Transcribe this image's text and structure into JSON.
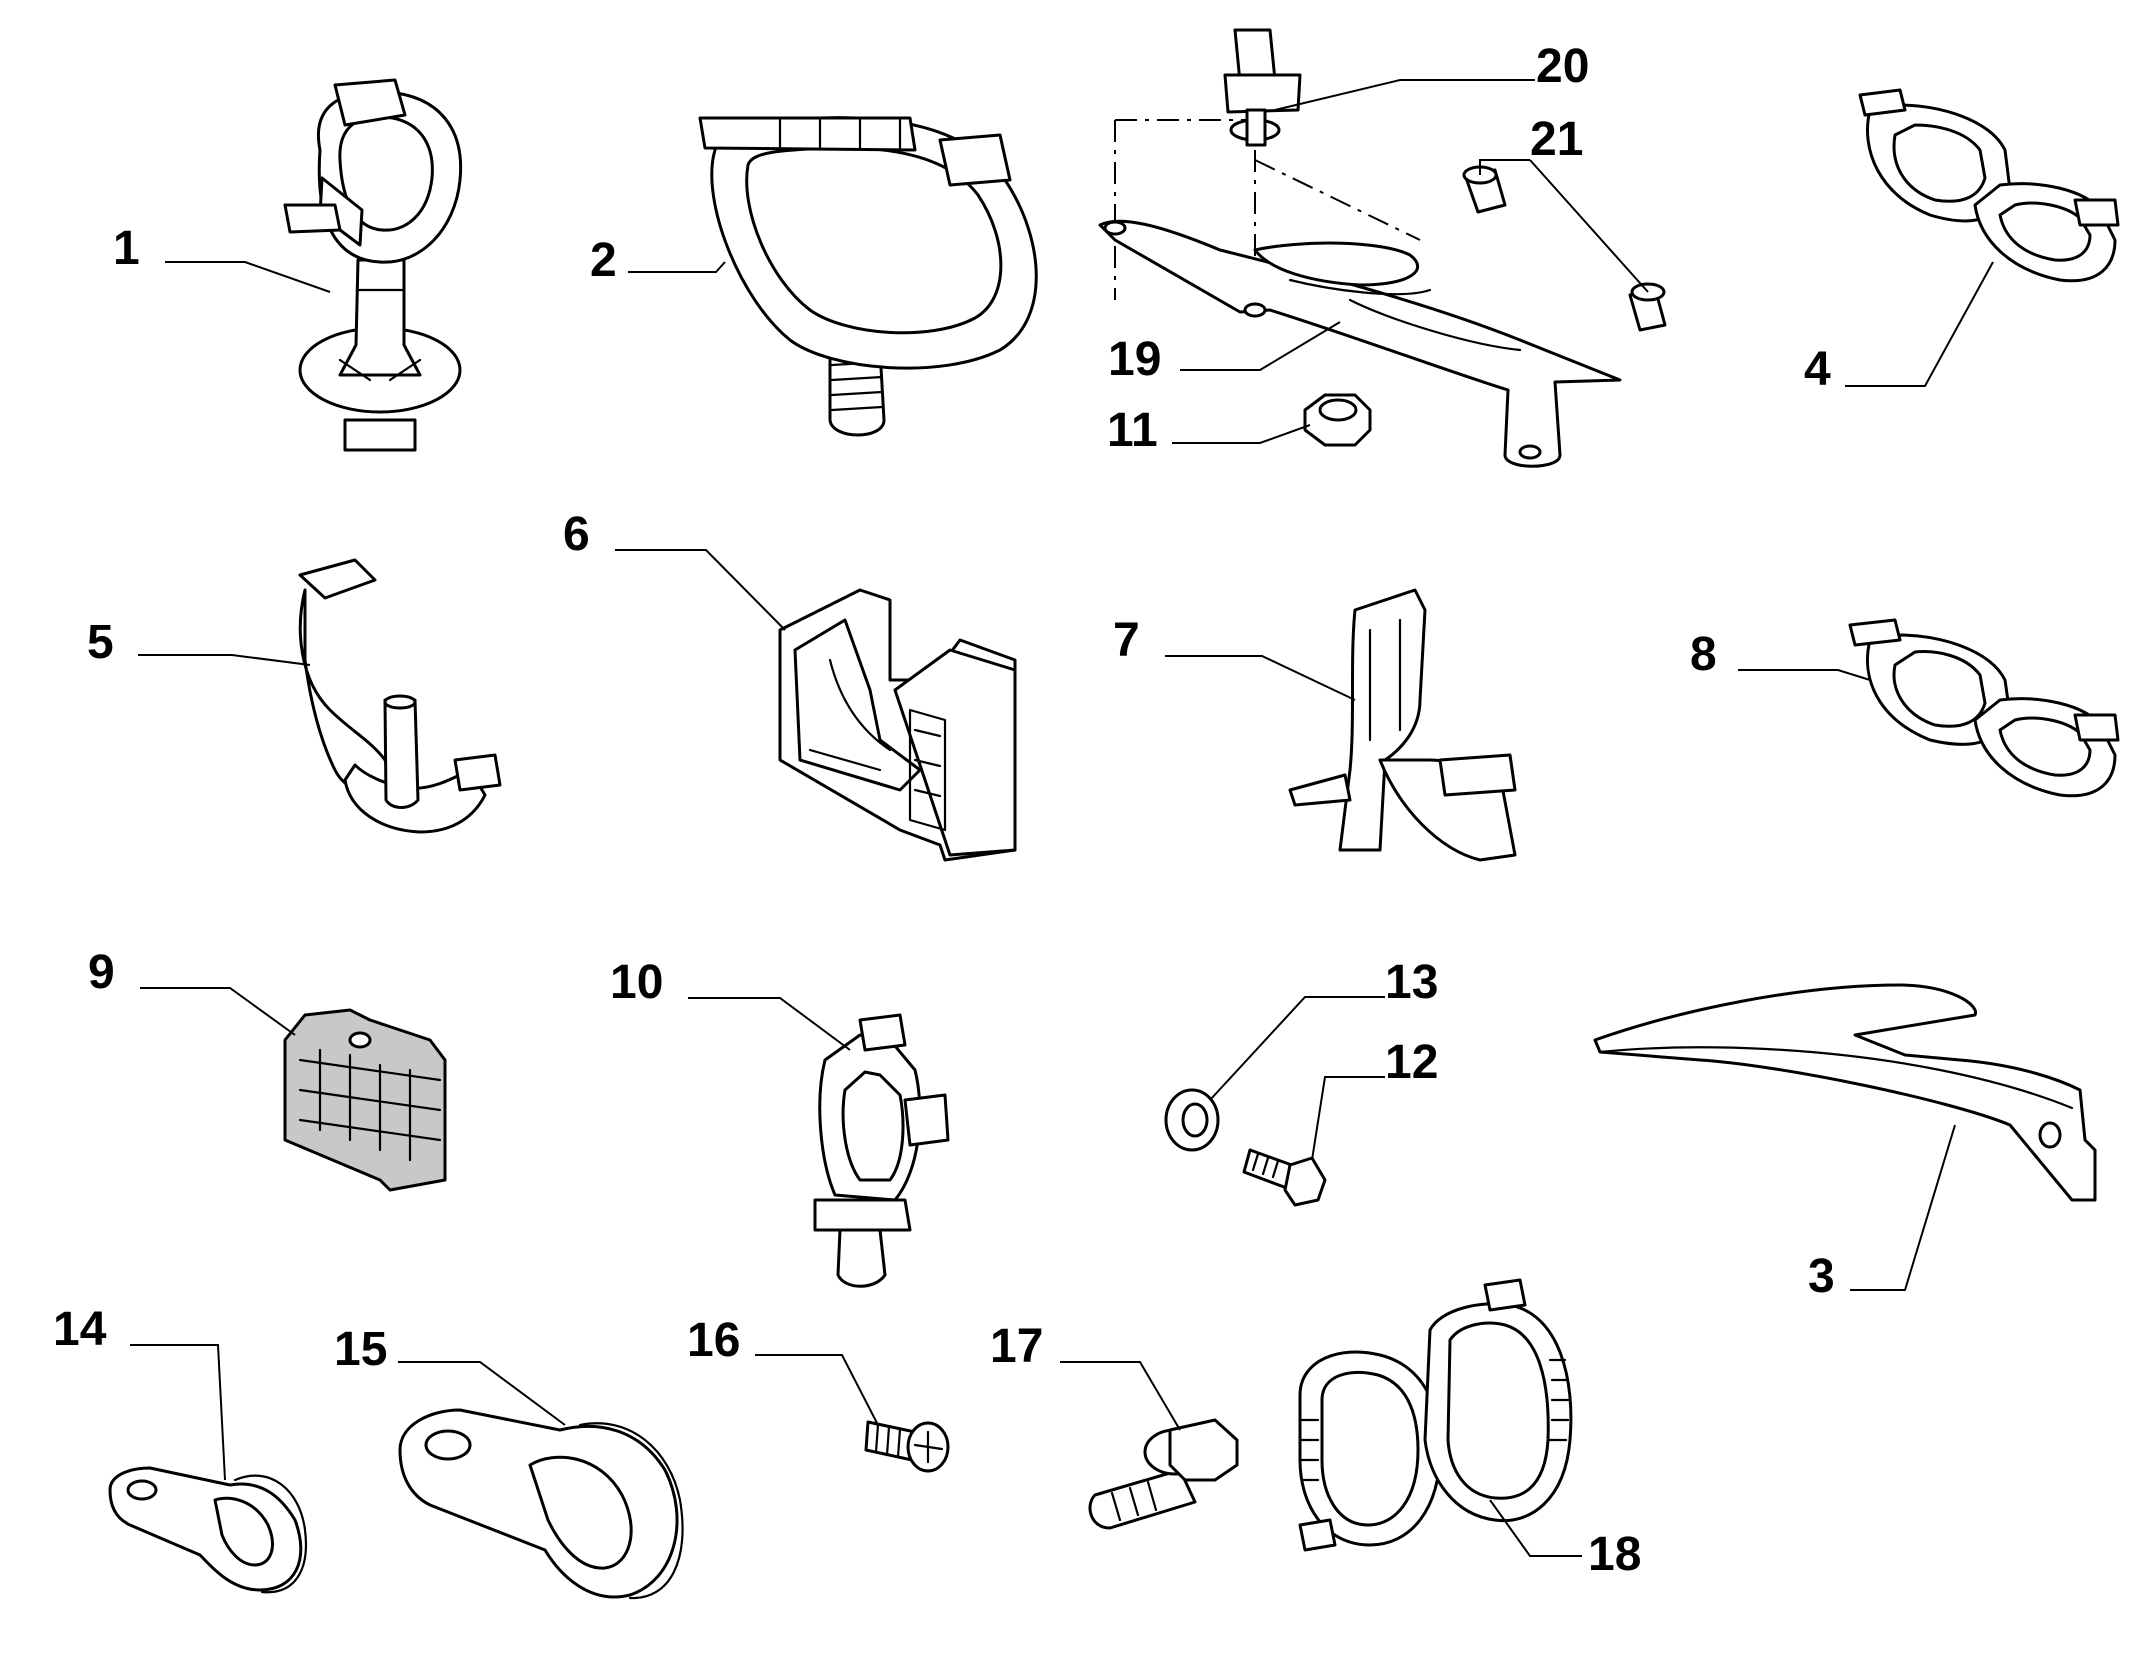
{
  "labels": [
    {
      "id": "1",
      "text": "1"
    },
    {
      "id": "2",
      "text": "2"
    },
    {
      "id": "3",
      "text": "3"
    },
    {
      "id": "4",
      "text": "4"
    },
    {
      "id": "5",
      "text": "5"
    },
    {
      "id": "6",
      "text": "6"
    },
    {
      "id": "7",
      "text": "7"
    },
    {
      "id": "8",
      "text": "8"
    },
    {
      "id": "9",
      "text": "9"
    },
    {
      "id": "10",
      "text": "10"
    },
    {
      "id": "11",
      "text": "11"
    },
    {
      "id": "12",
      "text": "12"
    },
    {
      "id": "13",
      "text": "13"
    },
    {
      "id": "14",
      "text": "14"
    },
    {
      "id": "15",
      "text": "15"
    },
    {
      "id": "16",
      "text": "16"
    },
    {
      "id": "17",
      "text": "17"
    },
    {
      "id": "18",
      "text": "18"
    },
    {
      "id": "19",
      "text": "19"
    },
    {
      "id": "20",
      "text": "20"
    },
    {
      "id": "21",
      "text": "21"
    }
  ]
}
